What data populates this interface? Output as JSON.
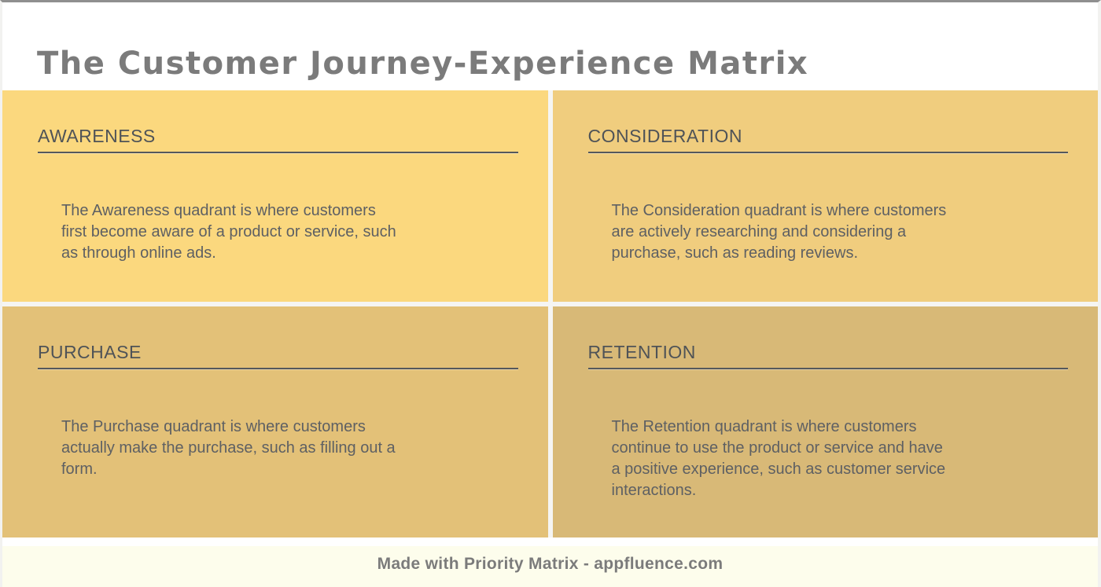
{
  "page": {
    "title": "The Customer Journey-Experience Matrix",
    "title_color": "#7b7b7b",
    "background": "#ffffff",
    "top_border_color": "#8f8f8f"
  },
  "matrix": {
    "gutter_color": "#f5f5f3",
    "label_color": "#4f5357",
    "divider_color": "#55585c",
    "description_color": "#5e6063",
    "quadrants": [
      {
        "key": "awareness",
        "label": "AWARENESS",
        "description": "The Awareness quadrant is where customers first become aware of a product or service, such as through online ads.",
        "bg": "#FBD87E"
      },
      {
        "key": "consideration",
        "label": "CONSIDERATION",
        "description": "The Consideration quadrant is where customers are actively researching and considering a purchase, such as reading reviews.",
        "bg": "#F0CD7E"
      },
      {
        "key": "purchase",
        "label": "PURCHASE",
        "description": "The Purchase quadrant is where customers actually make the purchase, such as filling out a form.",
        "bg": "#E3C178"
      },
      {
        "key": "retention",
        "label": "RETENTION",
        "description": "The Retention quadrant is where customers continue to use the product or service and have a positive experience, such as customer service interactions.",
        "bg": "#D8B977"
      }
    ]
  },
  "footer": {
    "credit": "Made with Priority Matrix - appfluence.com",
    "bg": "#FDFDEC",
    "text_color": "#7b7b7b"
  }
}
